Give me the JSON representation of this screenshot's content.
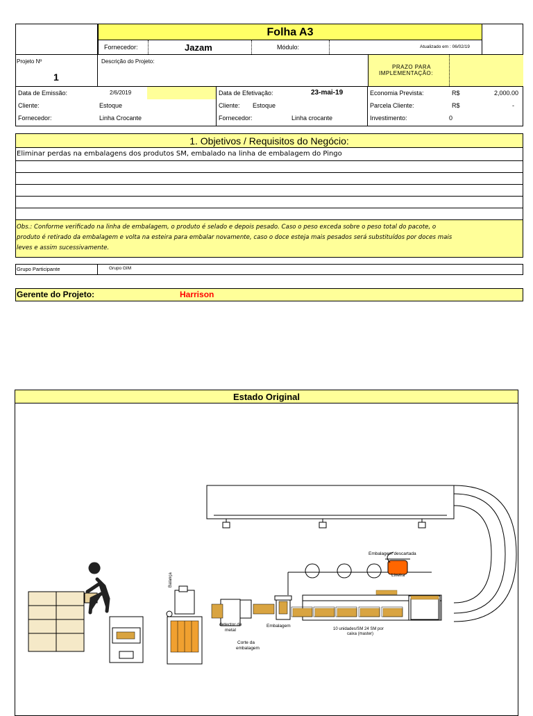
{
  "header": {
    "title": "Folha A3",
    "fornecedor_label": "Fornecedor:",
    "fornecedor_value": "Jazam",
    "modulo_label": "Módulo:",
    "atualizado": "Atualizado em : 06/02/19",
    "projeto_label": "Projeto Nº",
    "projeto_value": "1",
    "descricao_label": "Descrição do Projeto:",
    "prazo_line1": "PRAZO PARA",
    "prazo_line2": "IMPLEMENTAÇÃO:"
  },
  "info": {
    "data_emissao_label": "Data de Emissão:",
    "data_emissao_value": "2/6/2019",
    "cliente_label": "Cliente:",
    "cliente_value": "Estoque",
    "fornecedor_label": "Fornecedor:",
    "fornecedor_value": "Linha Crocante",
    "data_efetivacao_label": "Data de Efetivação:",
    "data_efetivacao_value": "23-mai-19",
    "cliente2_label": "Cliente:",
    "cliente2_value": "Estoque",
    "fornecedor2_label": "Fornecedor:",
    "fornecedor2_value": "Linha crocante",
    "economia_label": "Economia Prevista:",
    "economia_currency": "R$",
    "economia_value": "2,000.00",
    "parcela_label": "Parcela Cliente:",
    "parcela_currency": "R$",
    "parcela_value": "-",
    "investimento_label": "Investimento:",
    "investimento_value": "0"
  },
  "objetivos": {
    "title": "1. Objetivos / Requisitos do Negócio:",
    "line1": "Eliminar perdas na embalagens dos produtos SM, embalado na linha de embalagem do Pingo",
    "obs_line1": "Obs.:  Conforme verificado na linha de embalagem, o produto é selado e depois pesado. Caso o peso exceda sobre o peso total do pacote, o",
    "obs_line2": "produto é retirado da embalagem e volta na esteira para embalar novamente, caso o doce esteja mais pesados será substituídos por doces mais",
    "obs_line3": "leves e assim sucessivamente."
  },
  "grupo": {
    "label": "Grupo Participante",
    "value": "Grupo GIM"
  },
  "gerente": {
    "label": "Gerente do Projeto:",
    "value": "Harrison"
  },
  "estado": {
    "title": "Estado Original",
    "label_balanca": "Balança",
    "label_detector1": "detector de",
    "label_detector2": "metal",
    "label_embalagem": "Embalagem",
    "label_corte1": "Corte da",
    "label_corte2": "embalagem",
    "label_descartada": "Embalagem descartada",
    "label_lixeira": "Lixeira",
    "label_unidades1": "10 unidades/SM 24 SM por",
    "label_unidades2": "caixa (master)"
  },
  "colors": {
    "yellow_fill": "#ffff99",
    "title_yellow": "#ffff66",
    "gerente_red": "#ff0000",
    "lixeira_orange": "#ff6600",
    "product_gold": "#d9a441"
  }
}
